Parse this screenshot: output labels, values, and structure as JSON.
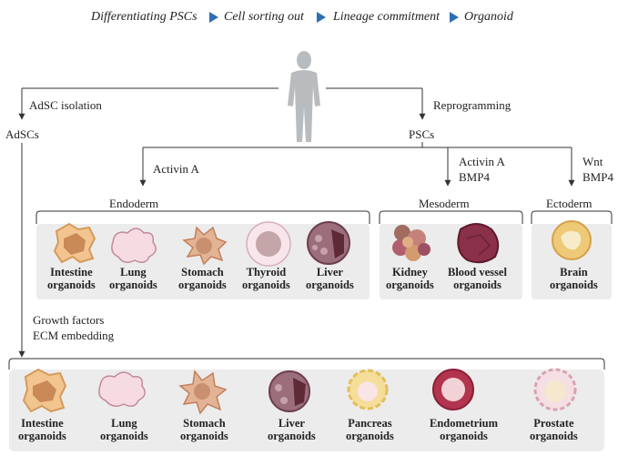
{
  "header": {
    "steps": [
      "Differentiating PSCs",
      "Cell sorting out",
      "Lineage commitment",
      "Organoid"
    ],
    "arrow_color": "#2e6fb4"
  },
  "labels": {
    "adsc_isolation": "AdSC isolation",
    "adscs": "AdSCs",
    "reprogramming": "Reprogramming",
    "pscs": "PSCs",
    "activin_a_endo": "Activin A",
    "activin_a_meso": "Activin A",
    "bmp4_meso": "BMP4",
    "wnt": "Wnt",
    "bmp4_ecto": "BMP4",
    "growth_factors": "Growth factors",
    "ecm_embedding": "ECM embedding"
  },
  "groups": {
    "endoderm": "Endoderm",
    "mesoderm": "Mesoderm",
    "ectoderm": "Ectoderm"
  },
  "psc_organoids": [
    {
      "line1": "Intestine",
      "line2": "organoids",
      "icon": "intestine-organoid-icon"
    },
    {
      "line1": "Lung",
      "line2": "organoids",
      "icon": "lung-organoid-icon"
    },
    {
      "line1": "Stomach",
      "line2": "organoids",
      "icon": "stomach-organoid-icon"
    },
    {
      "line1": "Thyroid",
      "line2": "organoids",
      "icon": "thyroid-organoid-icon"
    },
    {
      "line1": "Liver",
      "line2": "organoids",
      "icon": "liver-organoid-icon"
    },
    {
      "line1": "Kidney",
      "line2": "organoids",
      "icon": "kidney-organoid-icon"
    },
    {
      "line1": "Blood vessel",
      "line2": "organoids",
      "icon": "blood-vessel-organoid-icon"
    },
    {
      "line1": "Brain",
      "line2": "organoids",
      "icon": "brain-organoid-icon"
    }
  ],
  "adsc_organoids": [
    {
      "line1": "Intestine",
      "line2": "organoids",
      "icon": "intestine-organoid-icon"
    },
    {
      "line1": "Lung",
      "line2": "organoids",
      "icon": "lung-organoid-icon"
    },
    {
      "line1": "Stomach",
      "line2": "organoids",
      "icon": "stomach-organoid-icon"
    },
    {
      "line1": "Liver",
      "line2": "organoids",
      "icon": "liver-organoid-icon"
    },
    {
      "line1": "Pancreas",
      "line2": "organoids",
      "icon": "pancreas-organoid-icon"
    },
    {
      "line1": "Endometrium",
      "line2": "organoids",
      "icon": "endometrium-organoid-icon"
    },
    {
      "line1": "Prostate",
      "line2": "organoids",
      "icon": "prostate-organoid-icon"
    }
  ]
}
